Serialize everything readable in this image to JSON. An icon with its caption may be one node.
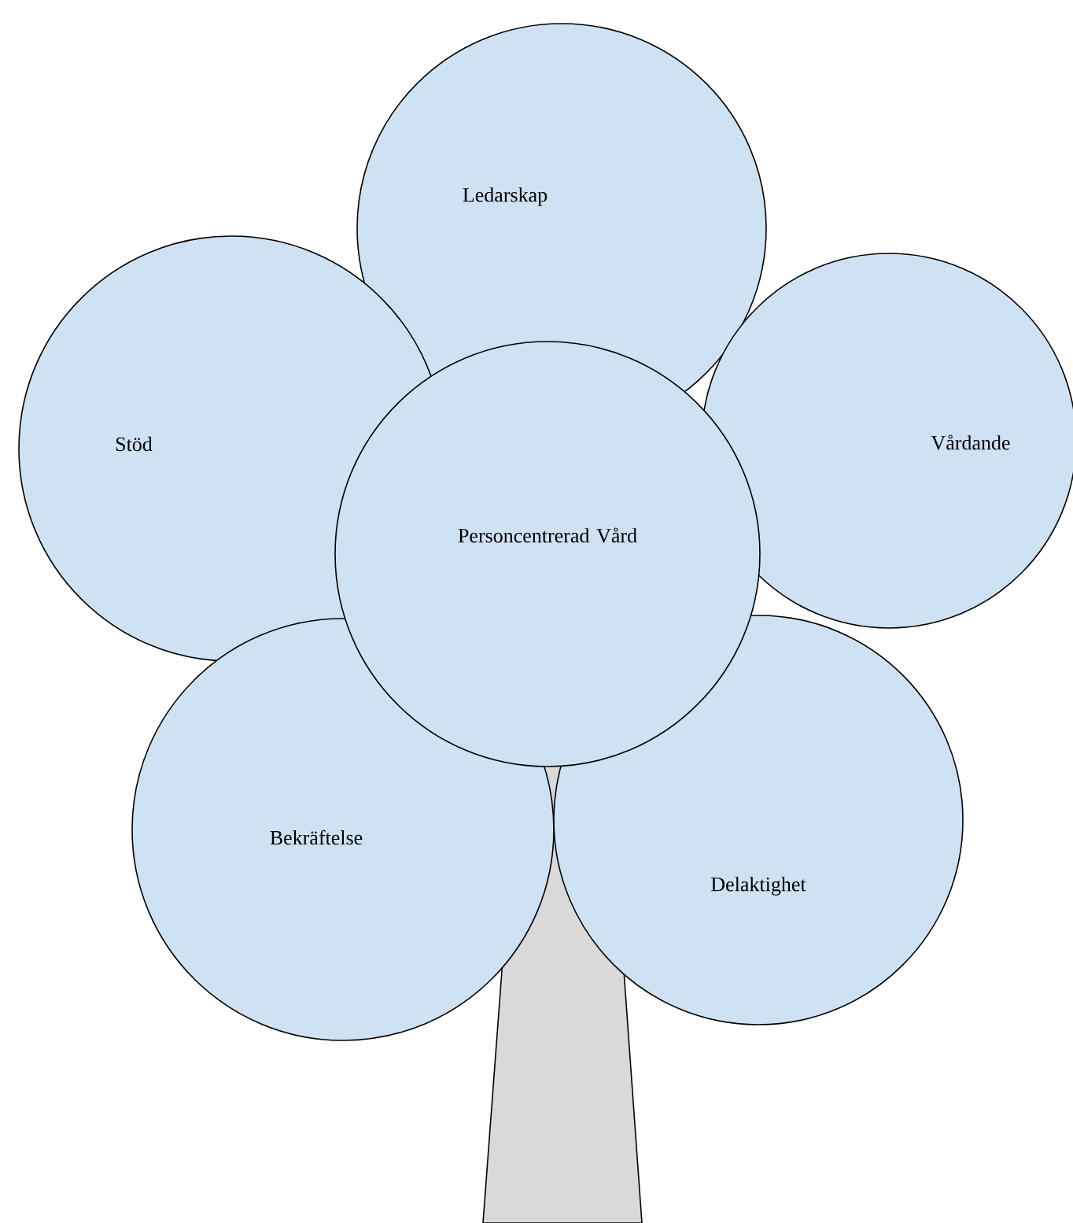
{
  "diagram": {
    "nodes": [
      {
        "text": [
          "Ledarskap"
        ]
      },
      {
        "text": [
          "Stöd"
        ]
      },
      {
        "text": [
          "Vårdande"
        ]
      },
      {
        "text": [
          "Personcentrerad Vård"
        ]
      },
      {
        "text": [
          "Bekräftelse"
        ]
      },
      {
        "text": [
          "Delaktighet"
        ]
      }
    ]
  }
}
